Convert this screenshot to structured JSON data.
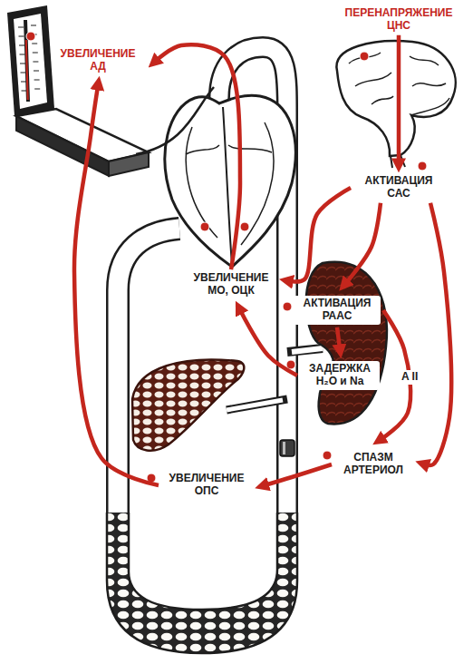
{
  "diagram": {
    "nodes": [
      {
        "text": [
          "ПЕРЕНАПРЯЖЕНИЕ ЦНС"
        ]
      },
      {
        "text": [
          "УВЕЛИЧЕНИЕ АД"
        ]
      },
      {
        "text": [
          "АКТИВАЦИЯ САС"
        ]
      },
      {
        "text": [
          "УВЕЛИЧЕНИЕ МО, ОЦК"
        ]
      },
      {
        "text": [
          "АКТИВАЦИЯ РААС"
        ]
      },
      {
        "text": [
          "ЗАДЕРЖКА H₂O и Na"
        ]
      },
      {
        "text": [
          "СПАЗМ АРТЕРИОЛ"
        ]
      },
      {
        "text": [
          "УВЕЛИЧЕНИЕ ОПС"
        ]
      }
    ],
    "edges": [
      {
        "from": 0,
        "to": 2,
        "arrow": "to"
      },
      {
        "from": 2,
        "to": 3,
        "arrow": "to"
      },
      {
        "from": 2,
        "to": 4,
        "arrow": "to"
      },
      {
        "from": 2,
        "to": 6,
        "arrow": "to"
      },
      {
        "from": 4,
        "to": 5,
        "arrow": "to"
      },
      {
        "from": 4,
        "to": 6,
        "label": "A II",
        "arrow": "to"
      },
      {
        "from": 5,
        "to": 3,
        "arrow": "to"
      },
      {
        "from": 6,
        "to": 7,
        "arrow": "to"
      },
      {
        "from": 7,
        "to": 1,
        "arrow": "to"
      },
      {
        "from": 3,
        "to": 1,
        "arrow": "to"
      }
    ]
  }
}
